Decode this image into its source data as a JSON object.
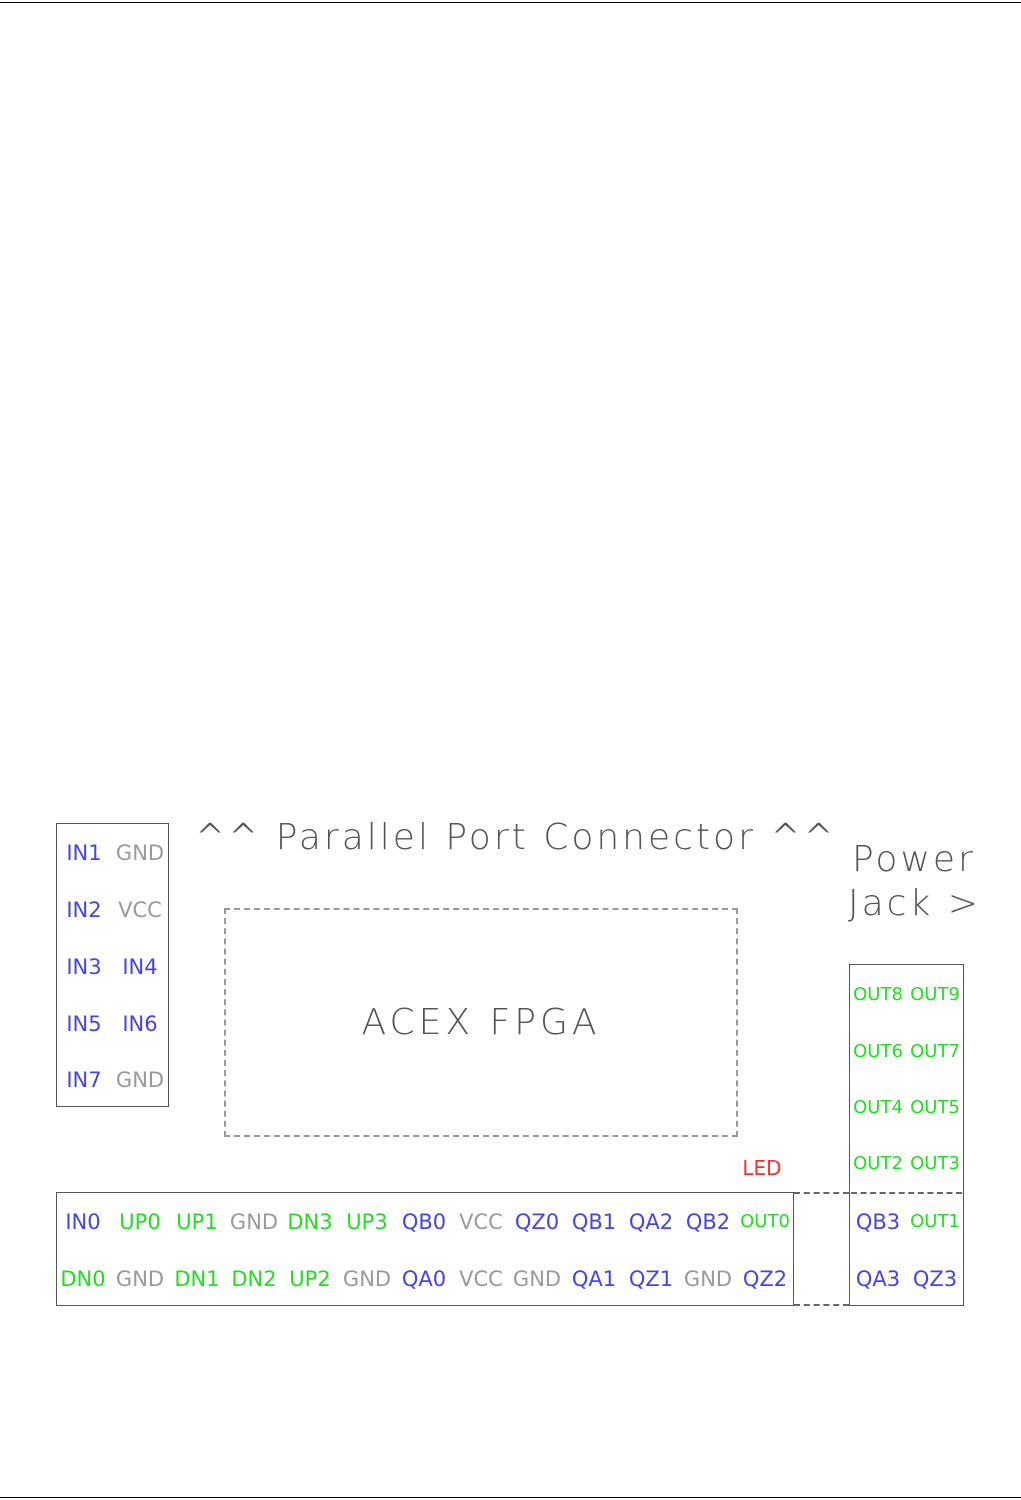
{
  "colors": {
    "blue": "#4444ee",
    "green": "#22dd22",
    "gray": "#9a9a9a",
    "red": "#ee3333",
    "line": "#555555",
    "dashed": "#999999"
  },
  "header_labels": {
    "parallel_port": "^^  Parallel  Port  Connector  ^^",
    "power": "Power",
    "jack": "Jack  >"
  },
  "fpga": {
    "label": "ACEX  FPGA"
  },
  "led": {
    "label": "LED"
  },
  "left_header": {
    "rows": [
      [
        "IN1",
        "GND"
      ],
      [
        "IN2",
        "VCC"
      ],
      [
        "IN3",
        "IN4"
      ],
      [
        "IN5",
        "IN6"
      ],
      [
        "IN7",
        "GND"
      ]
    ]
  },
  "right_header": {
    "rows": [
      [
        "OUT8",
        "OUT9"
      ],
      [
        "OUT6",
        "OUT7"
      ],
      [
        "OUT4",
        "OUT5"
      ],
      [
        "OUT2",
        "OUT3"
      ],
      [
        "QB3",
        "OUT1"
      ],
      [
        "QA3",
        "QZ3"
      ]
    ]
  },
  "bottom_header": {
    "row1": [
      "IN0",
      "UP0",
      "UP1",
      "GND",
      "DN3",
      "UP3",
      "QB0",
      "VCC",
      "QZ0",
      "QB1",
      "QA2",
      "QB2",
      "OUT0"
    ],
    "row2": [
      "DN0",
      "GND",
      "DN1",
      "DN2",
      "UP2",
      "GND",
      "QA0",
      "VCC",
      "GND",
      "QA1",
      "QZ1",
      "GND",
      "QZ2"
    ]
  }
}
